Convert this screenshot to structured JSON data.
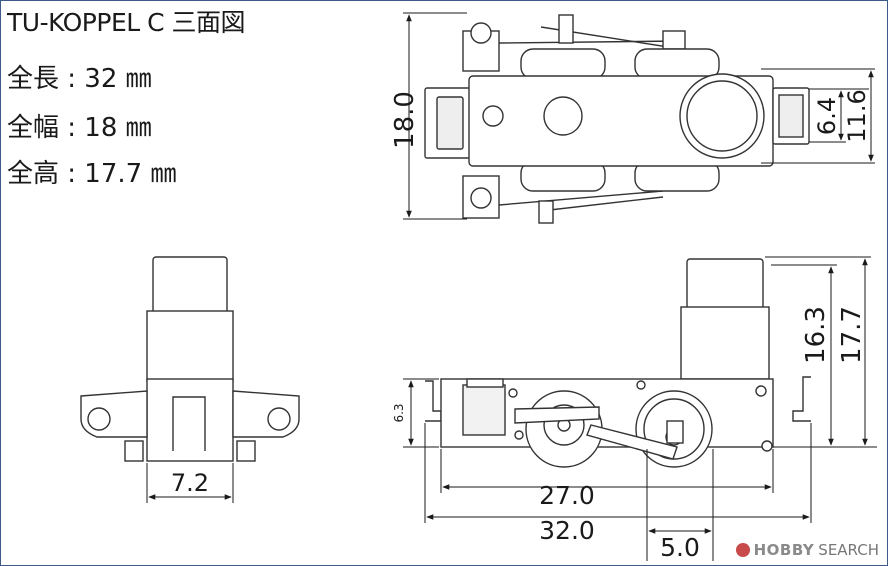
{
  "title": "TU-KOPPEL C  三面図",
  "specs": {
    "length": "全長 : 32 ㎜",
    "width": "全幅 : 18 ㎜",
    "height": "全高 : 17.7 ㎜"
  },
  "dimensions": {
    "top_overall_width": "18.0",
    "top_inner": "6.4",
    "top_outer": "11.6",
    "front_width": "7.2",
    "side_height_body": "16.3",
    "side_height_total": "17.7",
    "side_small": "6.3",
    "side_wheelbase": "27.0",
    "side_length": "32.0",
    "side_offset": "5.0"
  },
  "watermark": {
    "brand": "HOBBY",
    "word": "SEARCH"
  }
}
